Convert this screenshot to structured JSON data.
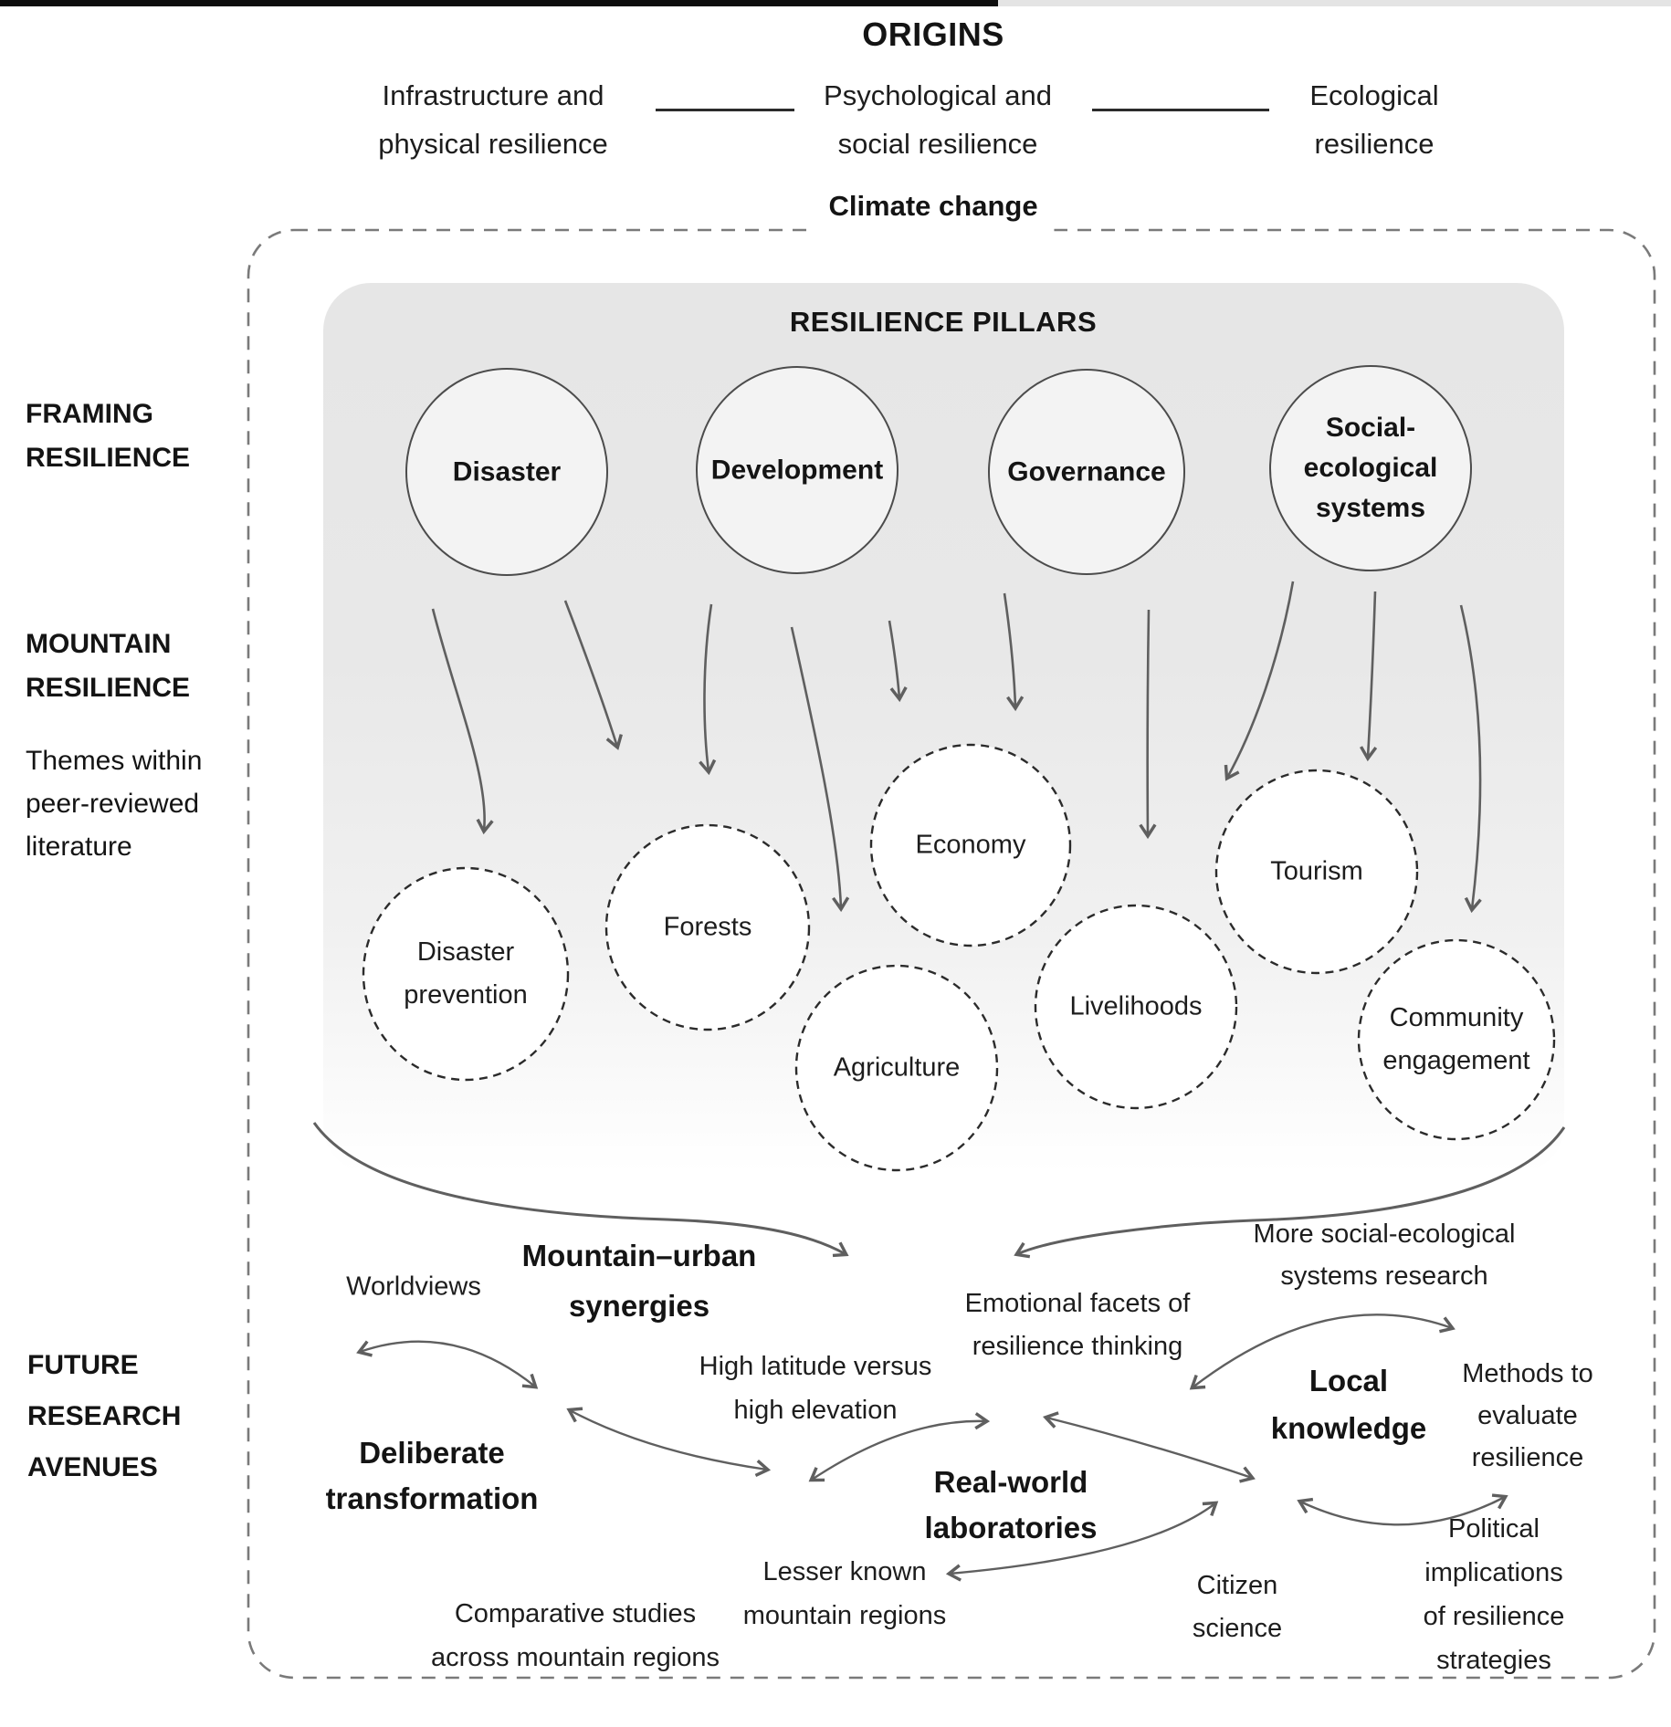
{
  "figure": {
    "origins_title": "ORIGINS",
    "origin_left": "Infrastructure and\nphysical resilience",
    "origin_center": "Psychological and\nsocial resilience",
    "origin_right": "Ecological\nresilience",
    "climate_label": "Climate change",
    "pillars_title": "RESILIENCE PILLARS"
  },
  "side_labels": {
    "framing": "FRAMING\nRESILIENCE",
    "mountain": "MOUNTAIN\nRESILIENCE",
    "mountain_note": "Themes within\npeer-reviewed\nliterature",
    "future": "FUTURE\nRESEARCH\nAVENUES"
  },
  "pillars": {
    "items": [
      "Disaster",
      "Development",
      "Governance",
      "Social-\necological\nsystems"
    ]
  },
  "themes": {
    "items": [
      "Disaster\nprevention",
      "Forests",
      "Economy",
      "Agriculture",
      "Livelihoods",
      "Tourism",
      "Community\nengagement"
    ]
  },
  "future_avenues": {
    "worldviews": "Worldviews",
    "mountain_urban": "Mountain–urban\nsynergies",
    "emotional": "Emotional facets of\nresilience thinking",
    "more_ses": "More social-ecological\nsystems research",
    "high_latitude": "High latitude versus\nhigh elevation",
    "local_knowledge": "Local\nknowledge",
    "methods": "Methods to\nevaluate\nresilience",
    "deliberate": "Deliberate\ntransformation",
    "real_world": "Real-world\nlaboratories",
    "lesser_known": "Lesser known\nmountain regions",
    "citizen": "Citizen\nscience",
    "political": "Political implications\nof resilience strategies",
    "comparative": "Comparative studies\nacross mountain regions"
  },
  "colors": {
    "panel_gray": "#e7e7e7",
    "node_fill": "#f3f3f3",
    "arrow_gray": "#5f5f5f",
    "text": "#1d1d1d"
  }
}
